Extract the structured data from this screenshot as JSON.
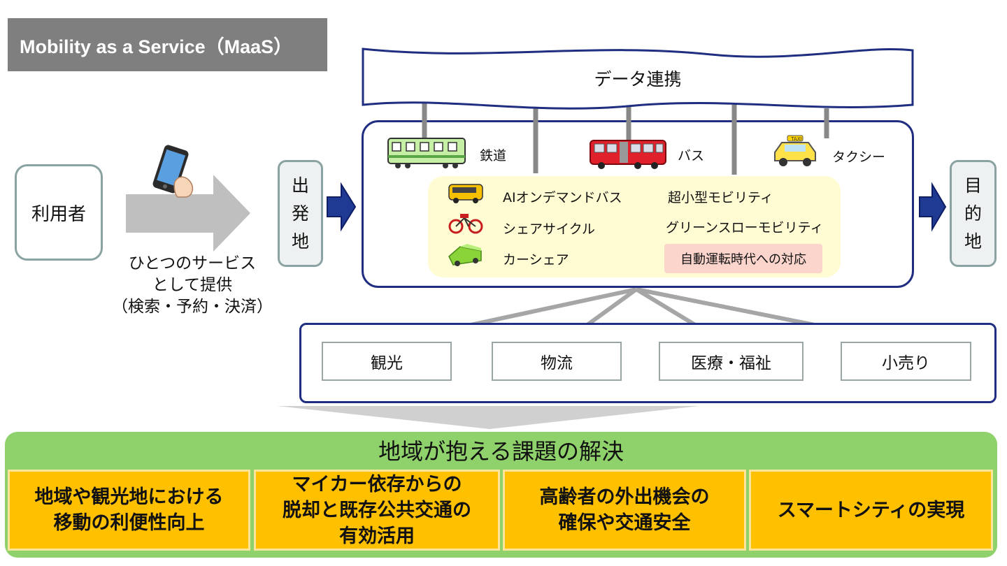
{
  "header": {
    "title": "Mobility as a Service（MaaS）"
  },
  "user": {
    "label": "利用者"
  },
  "service": {
    "line1": "ひとつのサービス",
    "line2": "として提供",
    "line3": "（検索・予約・決済）"
  },
  "origin": {
    "chars": [
      "出",
      "発",
      "地"
    ]
  },
  "destination": {
    "chars": [
      "目",
      "的",
      "地"
    ]
  },
  "data_link": {
    "label": "データ連携"
  },
  "modes": {
    "rail": "鉄道",
    "bus": "バス",
    "taxi": "タクシー",
    "ai_bus": "AIオンデマンドバス",
    "micro": "超小型モビリティ",
    "cycle": "シェアサイクル",
    "green_slow": "グリーンスローモビリティ",
    "carshare": "カーシェア",
    "autonomous": "自動運転時代への対応",
    "taxi_sign": "TAXI"
  },
  "sectors": [
    "観光",
    "物流",
    "医療・福祉",
    "小売り"
  ],
  "solutions": {
    "title": "地域が抱える課題の解決",
    "items": [
      {
        "l1": "地域や観光地における",
        "l2": "移動の利便性向上",
        "l3": ""
      },
      {
        "l1": "マイカー依存からの",
        "l2": "脱却と既存公共交通の",
        "l3": "有効活用"
      },
      {
        "l1": "高齢者の外出機会の",
        "l2": "確保や交通安全",
        "l3": ""
      },
      {
        "l1": "スマートシティの実現",
        "l2": "",
        "l3": ""
      }
    ]
  },
  "colors": {
    "navy": "#1f2e80",
    "arrow_grey": "#a6a6a6",
    "green": "#8fd16a",
    "orange": "#ffc000",
    "highlight": "#fbd5cc"
  }
}
